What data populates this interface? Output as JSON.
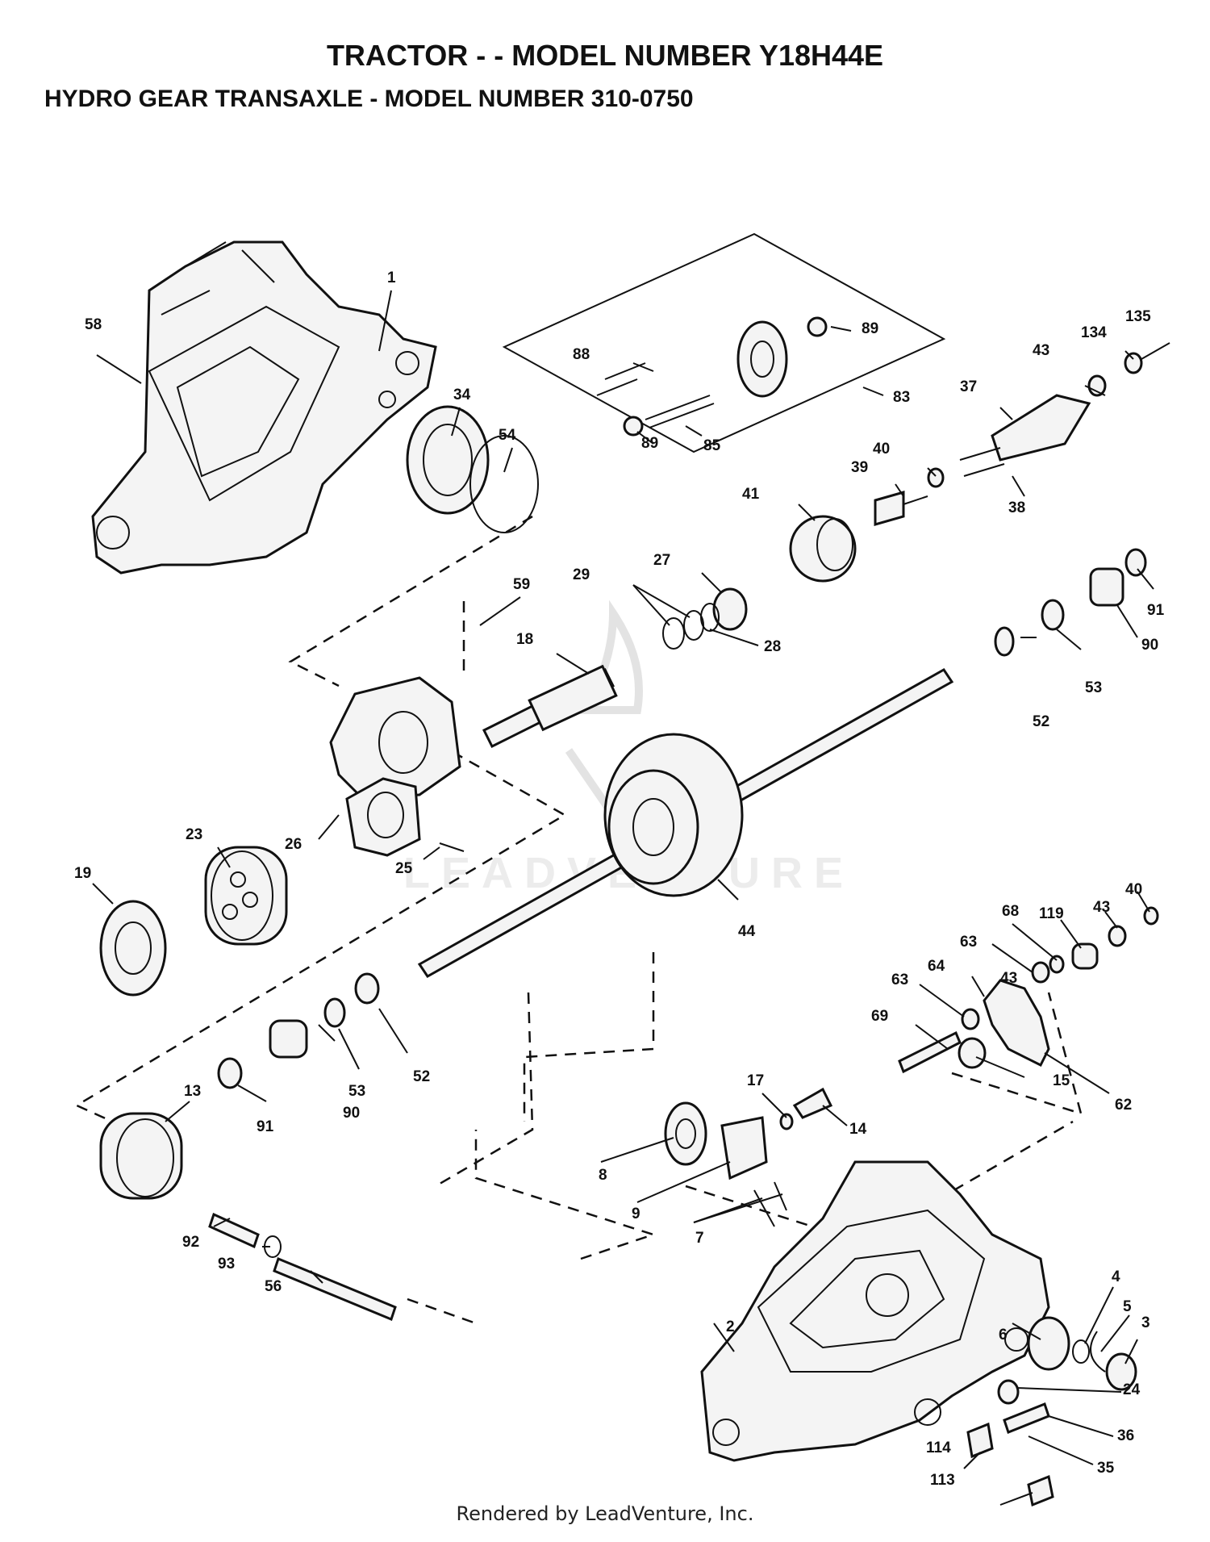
{
  "header": {
    "title": "TRACTOR - - MODEL NUMBER Y18H44E",
    "subtitle": "HYDRO GEAR TRANSAXLE - MODEL NUMBER 310-0750"
  },
  "watermark": {
    "text": "LEADVENTURE"
  },
  "footer": {
    "text": "Rendered by LeadVenture, Inc."
  },
  "callouts": {
    "c1": "1",
    "c2": "2",
    "c3": "3",
    "c4": "4",
    "c5": "5",
    "c6": "6",
    "c7": "7",
    "c8": "8",
    "c9": "9",
    "c13": "13",
    "c14": "14",
    "c15": "15",
    "c17": "17",
    "c18": "18",
    "c19": "19",
    "c23": "23",
    "c24": "24",
    "c25": "25",
    "c26": "26",
    "c27": "27",
    "c28": "28",
    "c29": "29",
    "c34": "34",
    "c35": "35",
    "c36": "36",
    "c37": "37",
    "c38": "38",
    "c39": "39",
    "c40a": "40",
    "c40b": "40",
    "c41": "41",
    "c43a": "43",
    "c43b": "43",
    "c43c": "43",
    "c44": "44",
    "c52a": "52",
    "c52b": "52",
    "c53a": "53",
    "c53b": "53",
    "c54": "54",
    "c56": "56",
    "c58": "58",
    "c59": "59",
    "c62": "62",
    "c63a": "63",
    "c63b": "63",
    "c64": "64",
    "c68": "68",
    "c69": "69",
    "c83": "83",
    "c85": "85",
    "c88": "88",
    "c89a": "89",
    "c89b": "89",
    "c90a": "90",
    "c90b": "90",
    "c91a": "91",
    "c91b": "91",
    "c92": "92",
    "c93": "93",
    "c113": "113",
    "c114": "114",
    "c119": "119",
    "c134": "134",
    "c135": "135"
  }
}
